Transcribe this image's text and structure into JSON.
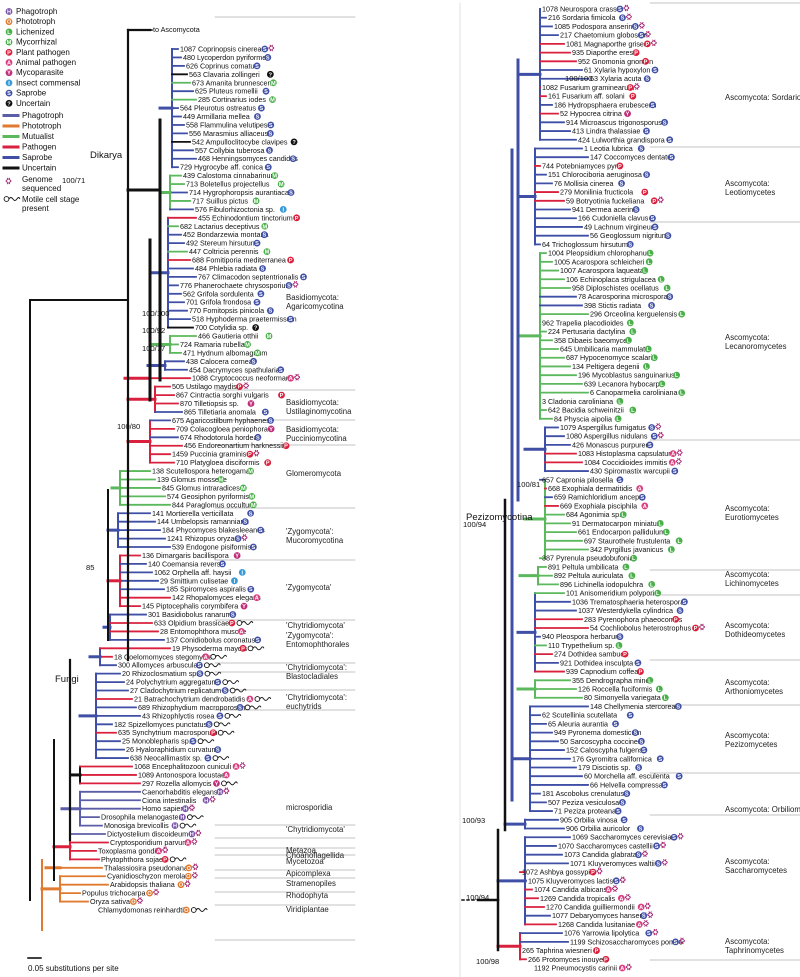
{
  "colors": {
    "phagotroph": "#5b5ea6",
    "phototroph": "#e07a30",
    "mutualist": "#5cb85c",
    "pathogen": "#d9203c",
    "saprobe": "#3f4fa6",
    "uncertain": "#111111",
    "genome": "#a1196b",
    "divider": "#888888"
  },
  "legend": {
    "symbols": [
      {
        "letter": "H",
        "label": "Phagotroph",
        "color": "#7a52a8"
      },
      {
        "letter": "O",
        "label": "Phototroph",
        "color": "#e07a30"
      },
      {
        "letter": "L",
        "label": "Lichenized",
        "color": "#4bb04b"
      },
      {
        "letter": "M",
        "label": "Mycorrhizal",
        "color": "#4bb04b"
      },
      {
        "letter": "P",
        "label": "Plant pathogen",
        "color": "#d9203c"
      },
      {
        "letter": "A",
        "label": "Animal pathogen",
        "color": "#d94080"
      },
      {
        "letter": "Y",
        "label": "Mycoparasite",
        "color": "#c0307a"
      },
      {
        "letter": "I",
        "label": "Insect commensal",
        "color": "#3a9bd9"
      },
      {
        "letter": "S",
        "label": "Saprobe",
        "color": "#3f4fa6"
      },
      {
        "letter": "?",
        "label": "Uncertain",
        "color": "#111111"
      }
    ],
    "branches": [
      {
        "label": "Phagotroph",
        "color": "#5b5ea6"
      },
      {
        "label": "Phototroph",
        "color": "#e07a30"
      },
      {
        "label": "Mutualist",
        "color": "#5cb85c"
      },
      {
        "label": "Pathogen",
        "color": "#d9203c"
      },
      {
        "label": "Saprobe",
        "color": "#3f4fa6"
      },
      {
        "label": "Uncertain",
        "color": "#111111"
      }
    ],
    "genome_label_1": "Genome",
    "genome_label_2": "sequenced",
    "motile_label_1": "Motile cell stage",
    "motile_label_2": "present"
  },
  "labels": {
    "to_ascomycota": "to Ascomycota",
    "dikarya": "Dikarya",
    "fungi": "Fungi",
    "pezizomycotina": "Pezizomycotina",
    "scale": "0.05 substitutions per site"
  },
  "left_tips": [
    {
      "t": "1087 Coprinopsis cinerea",
      "c": "S",
      "g": true
    },
    {
      "t": "480 Lycoperdon pyriforme",
      "c": "S"
    },
    {
      "t": "626 Coprinus comatus",
      "c": "S"
    },
    {
      "t": "563 Clavaria zollingeri",
      "c": "?"
    },
    {
      "t": "673 Amanita brunnescens",
      "c": "M"
    },
    {
      "t": "625 Pluteus romellii",
      "c": "S"
    },
    {
      "t": "285 Cortinarius iodes",
      "c": "M"
    },
    {
      "t": "564 Pleurotus ostreatus",
      "c": "S"
    },
    {
      "t": "449 Armillaria mellea",
      "c": "S"
    },
    {
      "t": "558 Flammulina velutipes",
      "c": "S"
    },
    {
      "t": "556 Marasmius alliaceus",
      "c": "S"
    },
    {
      "t": "542 Ampulloclitocybe clavipes",
      "c": "?"
    },
    {
      "t": "557 Collybia tuberosa",
      "c": "S"
    },
    {
      "t": "468 Henningsomyces candidus",
      "c": "S"
    },
    {
      "t": "729 Hygrocybe aff. conica",
      "c": "S"
    },
    {
      "t": "439 Calostoma cinnabarinum",
      "c": "M"
    },
    {
      "t": "713 Boletellus projectellus",
      "c": "M"
    },
    {
      "t": "714 Hygrophoropsis aurantiaca",
      "c": "S"
    },
    {
      "t": "717 Suillus pictus",
      "c": "M"
    },
    {
      "t": "576 Fibulorhizoctonia sp.",
      "c": "I"
    },
    {
      "t": "455 Echinodontium tinctorium",
      "c": "P"
    },
    {
      "t": "682 Lactarius deceptivus",
      "c": "M"
    },
    {
      "t": "452 Bondarzewia montana",
      "c": "S"
    },
    {
      "t": "492 Stereum hirsutum",
      "c": "S"
    },
    {
      "t": "447 Coltricia perennis",
      "c": "M"
    },
    {
      "t": "688 Fomitiporia mediterranea",
      "c": "P"
    },
    {
      "t": "484 Phlebia radiata",
      "c": "S"
    },
    {
      "t": "767 Climacodon septentrionalis",
      "c": "S"
    },
    {
      "t": "776 Phanerochaete chrysosporium",
      "c": "S",
      "g": true
    },
    {
      "t": "562 Grifola sordulenta",
      "c": "S"
    },
    {
      "t": "701 Grifola frondosa",
      "c": "S"
    },
    {
      "t": "770 Fomitopsis pinicola",
      "c": "S"
    },
    {
      "t": "518 Hyphoderma praetermissum",
      "c": "S"
    },
    {
      "t": "700 Cotylidia sp.",
      "c": "?"
    },
    {
      "t": "466 Gautieria otthii",
      "c": "M"
    },
    {
      "t": "724 Ramaria rubella",
      "c": "M"
    },
    {
      "t": "471 Hydnum albomagnum",
      "c": "M"
    },
    {
      "t": "438 Calocera cornea",
      "c": "S"
    },
    {
      "t": "454 Dacrymyces spathularia",
      "c": "S"
    },
    {
      "t": "1088 Cryptococcus neoformans",
      "c": "A",
      "g": true
    },
    {
      "t": "505 Ustilago maydis",
      "c": "P",
      "g": true
    },
    {
      "t": "867 Cintractia sorghi vulgaris",
      "c": "P"
    },
    {
      "t": "870 Tilletiopsis sp.",
      "c": "Y"
    },
    {
      "t": "865 Tilletiaria anomala",
      "c": "S"
    },
    {
      "t": "675 Agaricostilbum hyphaenes",
      "c": "S"
    },
    {
      "t": "709 Colacogloea peniophorae",
      "c": "Y"
    },
    {
      "t": "674 Rhodotorula hordea",
      "c": "S"
    },
    {
      "t": "456 Endoreonartium harknessii",
      "c": "P"
    },
    {
      "t": "1459 Puccinia graminis",
      "c": "P",
      "g": true
    },
    {
      "t": "710 Platygloea disciformis",
      "c": "P"
    },
    {
      "t": "138 Scutellospora heterogama",
      "c": "M"
    },
    {
      "t": "139 Glomus mosseae",
      "c": "M"
    },
    {
      "t": "845 Glomus intraradices",
      "c": "M"
    },
    {
      "t": "574 Geosiphon pyriformis",
      "c": "M"
    },
    {
      "t": "844 Paraglomus occultum",
      "c": "M"
    },
    {
      "t": "141 Mortierella verticillata",
      "c": "S"
    },
    {
      "t": "144 Umbelopsis ramanniana",
      "c": "S"
    },
    {
      "t": "184 Phycomyces blakesleeanus",
      "c": "S"
    },
    {
      "t": "1241 Rhizopus oryzae",
      "c": "S",
      "g": true
    },
    {
      "t": "539 Endogone pisiformis",
      "c": "S"
    },
    {
      "t": "136 Dimargaris bacillispora",
      "c": "Y"
    },
    {
      "t": "140 Coemansia reversa",
      "c": "S"
    },
    {
      "t": "1062 Orphella aff. haysii",
      "c": "I"
    },
    {
      "t": "29 Smittium culisetae",
      "c": "I"
    },
    {
      "t": "185 Spiromyces aspiralis",
      "c": "S"
    },
    {
      "t": "142 Rhopalomyces elegans",
      "c": "A"
    },
    {
      "t": "145 Piptocephalis corymbifera",
      "c": "Y"
    },
    {
      "t": "301 Basidiobolus ranarum",
      "c": "S"
    },
    {
      "t": "633 Olpidium brassicae",
      "c": "P",
      "m": true
    },
    {
      "t": "28 Entomophthora muscae",
      "c": "A"
    },
    {
      "t": "137 Conidiobolus coronatus",
      "c": "S"
    },
    {
      "t": "19 Physoderma maydis",
      "c": "P",
      "m": true
    },
    {
      "t": "18 Coelomomyces stegomyiae",
      "c": "A",
      "m": true
    },
    {
      "t": "300 Allomyces arbuscula",
      "c": "S",
      "m": true
    },
    {
      "t": "20 Rhizoclosmatium sp.",
      "c": "S",
      "m": true
    },
    {
      "t": "24 Polychytrium aggregatum",
      "c": "S",
      "m": true
    },
    {
      "t": "27 Cladochytrium replicatum",
      "c": "S",
      "m": true
    },
    {
      "t": "21 Batrachochytrium dendrobatidis",
      "c": "A",
      "m": true
    },
    {
      "t": "689 Rhizophydium macroporosum",
      "c": "S",
      "m": true
    },
    {
      "t": "43 Rhizophlyctis rosea",
      "c": "S",
      "m": true
    },
    {
      "t": "182 Spizellomyces punctatus",
      "c": "S",
      "m": true
    },
    {
      "t": "635 Synchytrium macrosporum",
      "c": "P",
      "m": true
    },
    {
      "t": "25 Monoblepharis sp.",
      "c": "S",
      "m": true
    },
    {
      "t": "26 Hyaloraphidium curvatum",
      "c": "S"
    },
    {
      "t": "638 Neocallimastix sp.",
      "c": "S",
      "m": true
    },
    {
      "t": "1068 Encephalitozoon cuniculi",
      "c": "A",
      "g": true
    },
    {
      "t": "1089 Antonospora locustae",
      "c": "A"
    },
    {
      "t": "297 Rozella allomycis",
      "c": "Y",
      "m": true
    },
    {
      "t": "Caenorhabditis elegans",
      "c": "H",
      "g": true
    },
    {
      "t": "Ciona intestinalis",
      "c": "H",
      "g": true
    },
    {
      "t": "Homo sapiens",
      "c": "H",
      "g": true
    },
    {
      "t": "Drosophila melanogaster",
      "c": "H",
      "m": true
    },
    {
      "t": "Monosiga brevicollis",
      "c": "H",
      "m": true
    },
    {
      "t": "Dictyostelium discoideum",
      "c": "H",
      "g": true
    },
    {
      "t": "Cryptosporidium parvum",
      "c": "A",
      "g": true
    },
    {
      "t": "Toxoplasma gondii",
      "c": "A",
      "g": true
    },
    {
      "t": "Phytophthora sojae",
      "c": "P",
      "m": true
    },
    {
      "t": "Thalassiosira pseudonana",
      "c": "O",
      "g": true
    },
    {
      "t": "Cyanidioschyzon merolae",
      "c": "O",
      "g": true
    },
    {
      "t": "Arabidopsis thaliana",
      "c": "O",
      "g": true
    },
    {
      "t": "Populus trichocarpa",
      "c": "O",
      "g": true
    },
    {
      "t": "Oryza sativa",
      "c": "O",
      "g": true
    },
    {
      "t": "Chlamydomonas reinhardtii",
      "c": "O",
      "m": true
    }
  ],
  "right_tips": [
    {
      "t": "1078 Neurospora crassa",
      "c": "S",
      "g": true
    },
    {
      "t": "216 Sordaria fimicola",
      "c": "S",
      "g": true
    },
    {
      "t": "1085 Podospora anserina",
      "c": "S",
      "g": true
    },
    {
      "t": "217 Chaetomium globosum",
      "c": "S",
      "g": true
    },
    {
      "t": "1081 Magnaporthe grisea",
      "c": "P",
      "g": true
    },
    {
      "t": "935 Diaporthe eres",
      "c": "P"
    },
    {
      "t": "952 Gnomonia gnomon",
      "c": "P"
    },
    {
      "t": "61 Xylaria hypoxylon",
      "c": "S"
    },
    {
      "t": "63 Xylaria acuta",
      "c": "S"
    },
    {
      "t": "1082 Fusarium graminearum",
      "c": "P",
      "g": true
    },
    {
      "t": "161 Fusarium aff. solani",
      "c": "P"
    },
    {
      "t": "186 Hydropsphaera erubescens",
      "c": "S"
    },
    {
      "t": "52 Hypocrea citrina",
      "c": "Y"
    },
    {
      "t": "914 Microascus trigonosporus",
      "c": "S"
    },
    {
      "t": "413 Lindra thalassiae",
      "c": "S"
    },
    {
      "t": "424 Lulworthia grandispora",
      "c": "S"
    },
    {
      "t": "1 Leotia lubrica",
      "c": "S"
    },
    {
      "t": "147 Coccomyces dentatus",
      "c": "S"
    },
    {
      "t": "744 Potebniamyces pyri",
      "c": "P"
    },
    {
      "t": "151 Chlorociboria aeruginosa",
      "c": "S"
    },
    {
      "t": "76 Mollisia cinerea",
      "c": "S"
    },
    {
      "t": "279 Monilinia fructicola",
      "c": "P"
    },
    {
      "t": "59 Botryotinia fuckeliana",
      "c": "P",
      "g": true
    },
    {
      "t": "941 Dermea acerina",
      "c": "S"
    },
    {
      "t": "166 Cudoniella clavus",
      "c": "S"
    },
    {
      "t": "49 Lachnum virgineum",
      "c": "S"
    },
    {
      "t": "56 Geoglossum nigritum",
      "c": "S"
    },
    {
      "t": "64 Trichoglossum hirsutum",
      "c": "S"
    },
    {
      "t": "1004 Pleopsidium chlorophanum",
      "c": "L"
    },
    {
      "t": "1005 Acarospora schleicheri",
      "c": "L"
    },
    {
      "t": "1007 Acarospora laqueata",
      "c": "L"
    },
    {
      "t": "106 Echinoplaca strigulacea",
      "c": "L"
    },
    {
      "t": "958 Diploschistes ocellatus",
      "c": "L"
    },
    {
      "t": "78 Acarosporina microspora",
      "c": "S"
    },
    {
      "t": "398 Stictis radiata",
      "c": "S"
    },
    {
      "t": "296 Orceolina kerguelensis",
      "c": "L"
    },
    {
      "t": "962 Trapelia placodioides",
      "c": "L"
    },
    {
      "t": "224 Pertusaria dactylina",
      "c": "L"
    },
    {
      "t": "358 Dibaeis baeomyces",
      "c": "L"
    },
    {
      "t": "645 Umbilicaria mammulata",
      "c": "L"
    },
    {
      "t": "687 Hypocenomyce scalaris",
      "c": "L"
    },
    {
      "t": "134 Peltigera degenii",
      "c": "L"
    },
    {
      "t": "196 Mycoblastus sanguinarius",
      "c": "L"
    },
    {
      "t": "639 Lecanora hybocarpa",
      "c": "L"
    },
    {
      "t": "6 Canoparmelia caroliniana",
      "c": "L"
    },
    {
      "t": "3 Cladonia caroliniana",
      "c": "L"
    },
    {
      "t": "642 Bacidia schweinitzii",
      "c": "L"
    },
    {
      "t": "84 Physcia aipolia",
      "c": "L"
    },
    {
      "t": "1079 Aspergillus fumigatus",
      "c": "S",
      "g": true
    },
    {
      "t": "1080 Aspergillus nidulans",
      "c": "S",
      "g": true
    },
    {
      "t": "426 Monascus purpureus",
      "c": "S"
    },
    {
      "t": "1083 Histoplasma capsulatum",
      "c": "A",
      "g": true
    },
    {
      "t": "1084 Coccidioides immitis",
      "c": "A",
      "g": true
    },
    {
      "t": "430 Spiromastix warcupii",
      "c": "S"
    },
    {
      "t": "657 Capronia pilosella",
      "c": "S"
    },
    {
      "t": "668 Exophiala dermatitidis",
      "c": "A"
    },
    {
      "t": "659 Ramichloridium anceps",
      "c": "S"
    },
    {
      "t": "669 Exophiala pisciphila",
      "c": "A"
    },
    {
      "t": "684 Agonimia sp.",
      "c": "L"
    },
    {
      "t": "91 Dermatocarpon miniatum",
      "c": "L"
    },
    {
      "t": "661 Endocarpon pallidulum",
      "c": "L"
    },
    {
      "t": "697 Staurothele frustulenta",
      "c": "L"
    },
    {
      "t": "342 Pyrgillus javanicus",
      "c": "L"
    },
    {
      "t": "387 Pyrenula pseudobufonia",
      "c": "L"
    },
    {
      "t": "891 Peltula umbilicata",
      "c": "L"
    },
    {
      "t": "892 Peltula auriculata",
      "c": "L"
    },
    {
      "t": "896 Lichinella iodopulchra",
      "c": "L"
    },
    {
      "t": "101 Anisomeridium polypori",
      "c": "L"
    },
    {
      "t": "1036 Trematosphaeria heterospora",
      "c": "S"
    },
    {
      "t": "1037 Westerdykella cylindrica",
      "c": "S"
    },
    {
      "t": "283 Pyrenophora phaeocomes",
      "c": "P"
    },
    {
      "t": "54 Cochliobolus heterostrophus",
      "c": "P",
      "g": true
    },
    {
      "t": "940 Pleospora herbarum",
      "c": "S"
    },
    {
      "t": "110 Trypethelium sp.",
      "c": "L"
    },
    {
      "t": "274 Dothidea sambuci",
      "c": "P"
    },
    {
      "t": "921 Dothidea insculpta",
      "c": "S"
    },
    {
      "t": "939 Capnodium coffeae",
      "c": "P"
    },
    {
      "t": "355 Dendrographa minor",
      "c": "L"
    },
    {
      "t": "126 Roccella fuciformis",
      "c": "L"
    },
    {
      "t": "80 Simonyella variegata",
      "c": "L"
    },
    {
      "t": "148 Chellymenia stercorea",
      "c": "S"
    },
    {
      "t": "62 Scutellinia scutellata",
      "c": "S"
    },
    {
      "t": "65 Aleuria aurantia",
      "c": "S"
    },
    {
      "t": "949 Pyronema domesticum",
      "c": "S"
    },
    {
      "t": "50 Sarcoscypha coccinea",
      "c": "S"
    },
    {
      "t": "152 Caloscypha fulgens",
      "c": "S"
    },
    {
      "t": "176 Gyromitra californica",
      "c": "S"
    },
    {
      "t": "179 Disciotis sp.",
      "c": "S"
    },
    {
      "t": "60 Morchella aff. esculenta",
      "c": "S"
    },
    {
      "t": "66 Helvella compressa",
      "c": "S"
    },
    {
      "t": "181 Ascobolus crenulatus",
      "c": "S"
    },
    {
      "t": "507 Peziza vesiculosa",
      "c": "S"
    },
    {
      "t": "71 Peziza proteana",
      "c": "S"
    },
    {
      "t": "905 Orbilia vinosa",
      "c": "S"
    },
    {
      "t": "906 Orbilia auricolor",
      "c": "S"
    },
    {
      "t": "1069 Saccharomyces cerevisiae",
      "c": "S",
      "g": true
    },
    {
      "t": "1070 Saccharomyces castellii",
      "c": "S",
      "g": true
    },
    {
      "t": "1073 Candida glabrata",
      "c": "S",
      "g": true
    },
    {
      "t": "1071 Kluyveromyces waltii",
      "c": "S",
      "g": true
    },
    {
      "t": "1072 Ashbya gossypii",
      "c": "P",
      "g": true
    },
    {
      "t": "1075 Kluyveromyces lactis",
      "c": "S",
      "g": true
    },
    {
      "t": "1074 Candida albicans",
      "c": "A",
      "g": true
    },
    {
      "t": "1269 Candida tropicalis",
      "c": "A",
      "g": true
    },
    {
      "t": "1270 Candida guilliermondii",
      "c": "A",
      "g": true
    },
    {
      "t": "1077 Debaryomyces hansenii",
      "c": "S",
      "g": true
    },
    {
      "t": "1268 Candida lusitaniae",
      "c": "A",
      "g": true
    },
    {
      "t": "1076 Yarrowia lipolytica",
      "c": "S",
      "g": true
    },
    {
      "t": "1199 Schizosaccharomyces pombe",
      "c": "S",
      "g": true
    },
    {
      "t": "265 Taphrina wiesneri",
      "c": "P"
    },
    {
      "t": "266 Protomyces inouyei",
      "c": "P"
    },
    {
      "t": "1192 Pneumocystis carinii",
      "c": "A",
      "g": true
    }
  ],
  "left_groups": [
    {
      "lines": [
        "Basidiomycota:",
        "Agaricomycotina"
      ]
    },
    {
      "lines": [
        "Basidiomycota:",
        "Ustilaginomycotina"
      ]
    },
    {
      "lines": [
        "Basidiomycota:",
        "Pucciniomycotina"
      ]
    },
    {
      "lines": [
        "Glomeromycota"
      ]
    },
    {
      "lines": [
        "'Zygomycota':",
        "Mucoromycotina"
      ]
    },
    {
      "lines": [
        "'Zygomycota'"
      ]
    },
    {
      "lines": [
        "'Chytridiomycota'"
      ]
    },
    {
      "lines": [
        "'Zygomycota':",
        "Entomophthorales"
      ]
    },
    {
      "lines": [
        "'Chytridiomycota':",
        "Blastocladiales"
      ]
    },
    {
      "lines": [
        "'Chytridiomycota':",
        "euchytrids"
      ]
    },
    {
      "lines": [
        "microsporidia"
      ]
    },
    {
      "lines": [
        "'Chytridiomycota'"
      ]
    },
    {
      "lines": [
        "Metazoa"
      ]
    },
    {
      "lines": [
        "Choanoflagellida"
      ]
    },
    {
      "lines": [
        "Mycetozoa"
      ]
    },
    {
      "lines": [
        "Apicomplexa"
      ]
    },
    {
      "lines": [
        "Stramenopiles"
      ]
    },
    {
      "lines": [
        "Rhodophyta"
      ]
    },
    {
      "lines": [
        "Viridiplantae"
      ]
    }
  ],
  "right_groups": [
    {
      "lines": [
        "Ascomycota: Sordariomycetes"
      ]
    },
    {
      "lines": [
        "Ascomycota:",
        "Leotiomycetes"
      ]
    },
    {
      "lines": [
        "Ascomycota:",
        "Lecanoromycetes"
      ]
    },
    {
      "lines": [
        "Ascomycota:",
        "Eurotiomycetes"
      ]
    },
    {
      "lines": [
        "Ascomycota:",
        "Lichinomycetes"
      ]
    },
    {
      "lines": [
        "Ascomycota:",
        "Dothideomycetes"
      ]
    },
    {
      "lines": [
        "Ascomycota:",
        "Arthoniomycetes"
      ]
    },
    {
      "lines": [
        "Ascomycota:",
        "Pezizomycetes"
      ]
    },
    {
      "lines": [
        "Ascomycota: Orbiliomycetes"
      ]
    },
    {
      "lines": [
        "Ascomycota:",
        "Saccharomycetes"
      ]
    },
    {
      "lines": [
        "Ascomycota:",
        "Taphrinomycetes"
      ]
    }
  ],
  "support_values": [
    "100/71",
    "100/100",
    "100/92",
    "100/77",
    "100/80",
    "85",
    "100/100",
    "100/81",
    "100/94",
    "100/93",
    "100/94",
    "100/98"
  ]
}
